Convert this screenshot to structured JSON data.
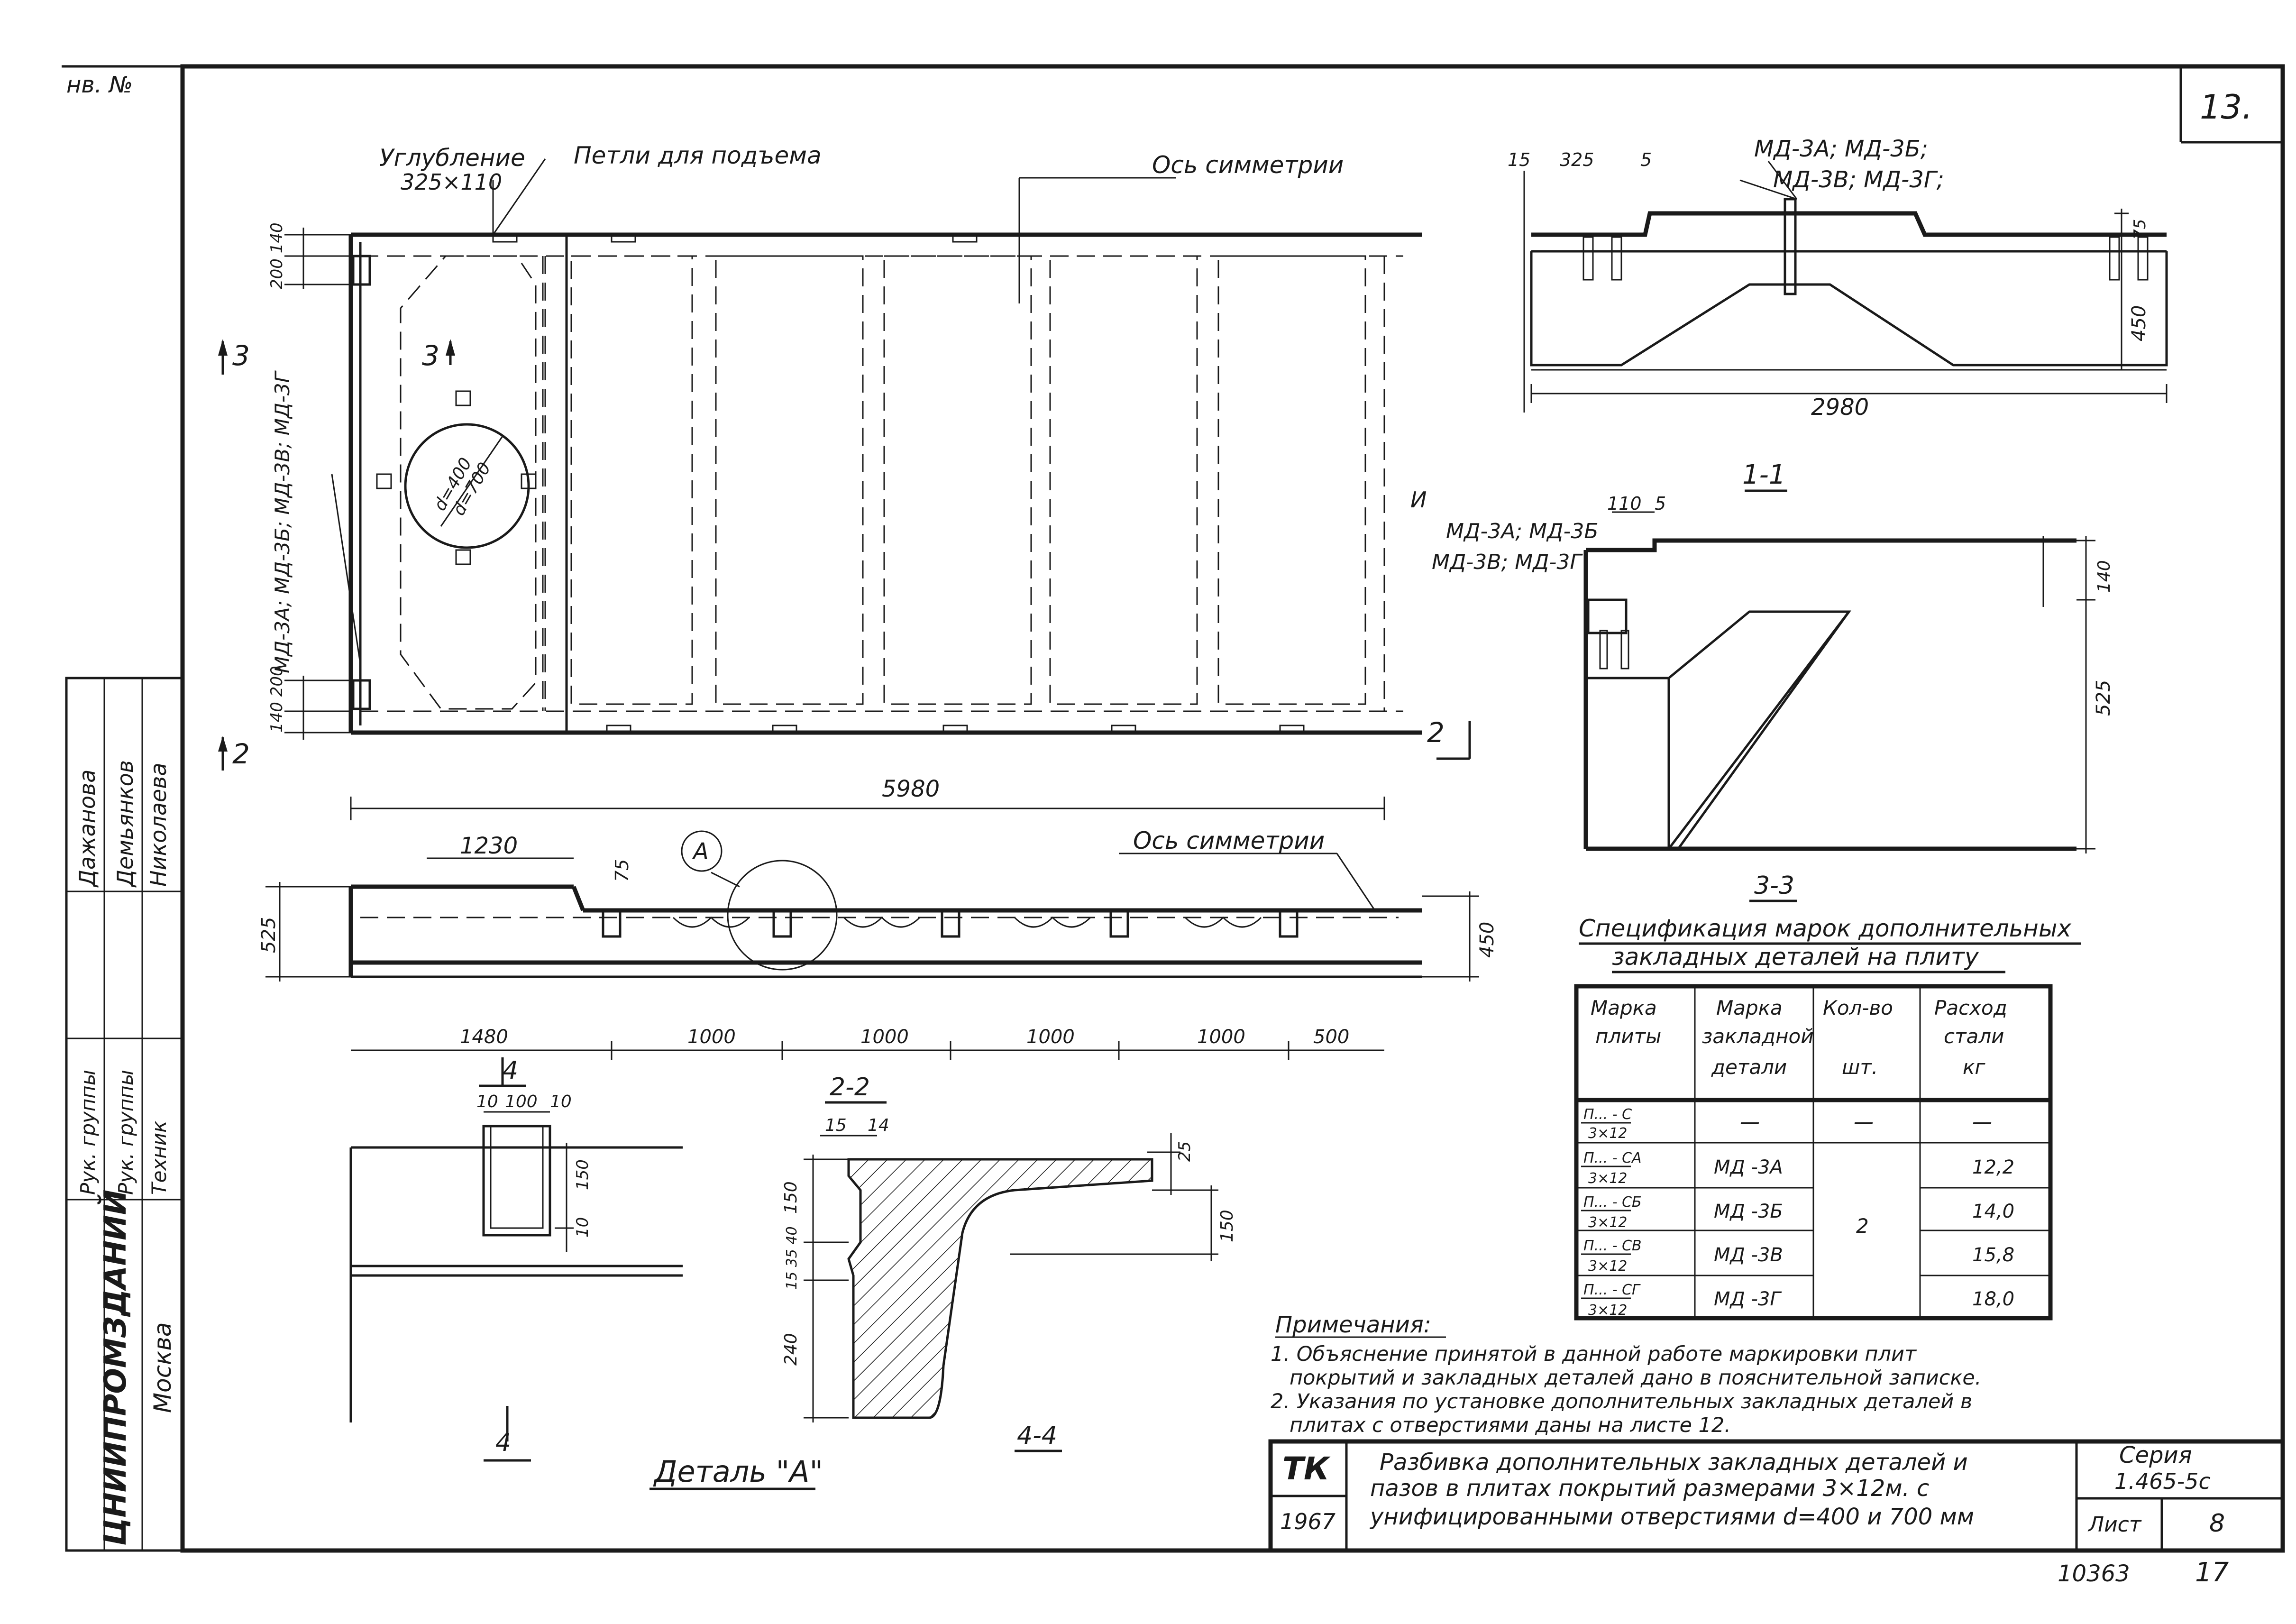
{
  "sheet": {
    "corner_archive": "нв. №",
    "sheet_number_corner": "13.",
    "bottom_number": "10363",
    "bottom_page": "17"
  },
  "left_stamp": {
    "rows": [
      {
        "role": "Рук. группы",
        "name": "Дажанова"
      },
      {
        "role": "Рук. группы",
        "name": "Демьянков"
      },
      {
        "role": "Техник",
        "name": "Николаева"
      }
    ],
    "org": "ЦНИИПРОМЗДАНИЙ",
    "city": "Москва"
  },
  "plan": {
    "label_recess": "Углубление",
    "label_recess_size": "325×110",
    "label_loops": "Петли для подъема",
    "label_axis": "Ось симметрии",
    "section3_left": "3",
    "section3_mid": "3",
    "section2_left": "2",
    "section2_right": "2",
    "hole_d1": "d=400",
    "hole_d2": "d=700",
    "vert_label": "МД-3А; МД-3Б; МД-3В; МД-3Г",
    "dim_left_top": "200 140",
    "dim_left_bottom": "140 200",
    "mark_i": "И"
  },
  "elevation": {
    "dim_total": "5980",
    "dim_1230": "1230",
    "dim_75": "75",
    "dim_525": "525",
    "dim_450": "450",
    "label_axis": "Ось симметрии",
    "callout_a": "А",
    "spans": [
      "1480",
      "1000",
      "1000",
      "1000",
      "1000",
      "500"
    ]
  },
  "section_1_1": {
    "title": "1-1",
    "dims": [
      "15",
      "325",
      "5"
    ],
    "label_line1": "МД-3А; МД-3Б;",
    "label_line2": "МД-3В; МД-3Г;",
    "dim_75": "75",
    "dim_450": "450",
    "dim_2980": "2980"
  },
  "section_3_3": {
    "title": "3-3",
    "dims": [
      "110",
      "5"
    ],
    "label_line1": "МД-3А; МД-3Б",
    "label_line2": "МД-3В; МД-3Г",
    "dim_140": "140",
    "dim_525": "525"
  },
  "detail_a": {
    "title": "Деталь \"А\"",
    "dims": [
      "10",
      "100",
      "10"
    ],
    "dim_150": "150",
    "dim_10": "10",
    "section4": "4"
  },
  "section_2_2": {
    "title": "2-2",
    "dims": [
      "15",
      "14"
    ],
    "dim_25": "25",
    "dim_150_left": "150",
    "dim_150_right": "150",
    "dim_mid": "15 35 40",
    "dim_240": "240"
  },
  "section_4_4": {
    "title": "4-4"
  },
  "spec_table": {
    "title_line1": "Спецификация марок дополнительных",
    "title_line2": "закладных деталей на плиту",
    "headers": [
      [
        "Марка",
        "плиты"
      ],
      [
        "Марка",
        "закладной",
        "детали"
      ],
      [
        "Кол-во",
        "",
        "шт."
      ],
      [
        "Расход",
        "стали",
        "кг"
      ]
    ],
    "rows": [
      {
        "plate_top": "П... - С",
        "plate_bot": "3×12",
        "part": "—",
        "qty": "—",
        "steel": "—"
      },
      {
        "plate_top": "П... - СА",
        "plate_bot": "3×12",
        "part": "МД -3А",
        "qty": "",
        "steel": "12,2"
      },
      {
        "plate_top": "П... - СБ",
        "plate_bot": "3×12",
        "part": "МД -3Б",
        "qty": "2",
        "steel": "14,0"
      },
      {
        "plate_top": "П... - СВ",
        "plate_bot": "3×12",
        "part": "МД -3В",
        "qty": "",
        "steel": "15,8"
      },
      {
        "plate_top": "П... - СГ",
        "plate_bot": "3×12",
        "part": "МД -3Г",
        "qty": "",
        "steel": "18,0"
      }
    ]
  },
  "notes": {
    "title": "Примечания:",
    "lines": [
      "1. Объяснение принятой в данной работе маркировки плит",
      "покрытий и закладных деталей дано в пояснительной записке.",
      "2. Указания по установке дополнительных закладных деталей в",
      "плитах с отверстиями даны на листе 12."
    ]
  },
  "title_block": {
    "org_code": "ТК",
    "year": "1967",
    "title_lines": [
      "Разбивка дополнительных закладных деталей и",
      "пазов в плитах покрытий размерами 3×12м. с",
      "унифицированными отверстиями d=400 и 700 мм"
    ],
    "series_label": "Серия",
    "series_value": "1.465-5с",
    "sheet_label": "Лист",
    "sheet_value": "8"
  }
}
